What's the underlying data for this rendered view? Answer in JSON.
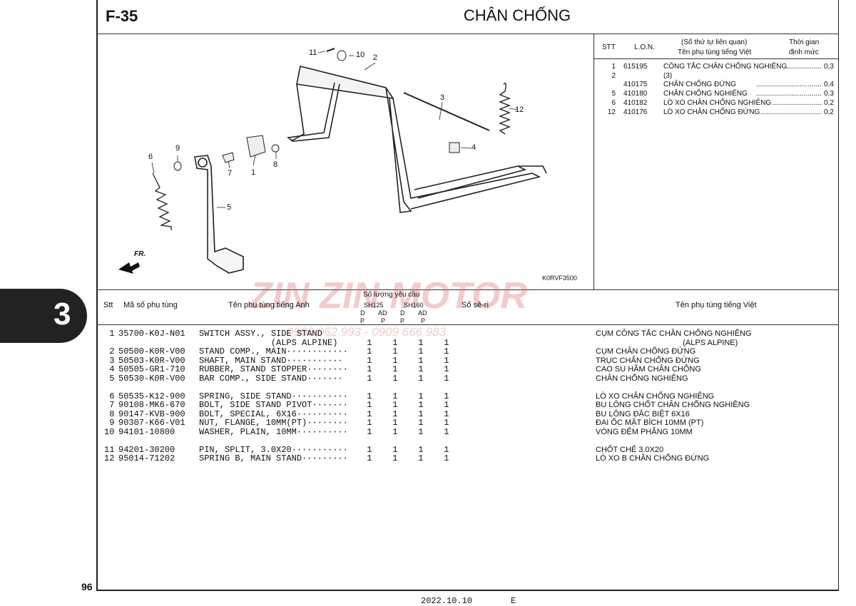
{
  "header": {
    "code": "F-35",
    "title": "CHÂN CHỐNG"
  },
  "side_tab": "3",
  "page_number": "96",
  "footer": {
    "date": "2022.10.10",
    "edition": "E"
  },
  "diagram": {
    "code": "K0RVF3500",
    "front_label": "FR.",
    "callouts": [
      "11",
      "10",
      "2",
      "3",
      "12",
      "4",
      "6",
      "9",
      "7",
      "1",
      "8",
      "5"
    ]
  },
  "ref_table": {
    "headers": {
      "stt": "STT",
      "lon": "L.O.N.",
      "related_line1": "(Số thứ tự liên quan)",
      "related_line2": "Tên phụ tùng tiếng Việt",
      "time_line1": "Thời gian",
      "time_line2": "định mức"
    },
    "rows": [
      {
        "stt": "1",
        "lon": "615195",
        "name": "CÔNG TẮC CHÂN CHỐNG NGHIÊNG",
        "dots": "...................",
        "time": "0,3"
      },
      {
        "stt": "2",
        "lon": "",
        "name": "(3)",
        "dots": "",
        "time": ""
      },
      {
        "stt": "",
        "lon": "410175",
        "name": "CHÂN CHỐNG ĐỨNG",
        "dots": "..............................................",
        "time": "0,4"
      },
      {
        "stt": "5",
        "lon": "410180",
        "name": "CHÂN CHỐNG NGHIÊNG",
        "dots": "......................................",
        "time": "0,3"
      },
      {
        "stt": "6",
        "lon": "410182",
        "name": "LÒ XO CHÂN CHỐNG NGHIÊNG",
        "dots": ".........................",
        "time": "0,2"
      },
      {
        "stt": "12",
        "lon": "410176",
        "name": "LÒ XO CHÂN CHỐNG ĐỨNG",
        "dots": "...............................",
        "time": "0,2"
      }
    ]
  },
  "parts_table": {
    "headers": {
      "stt": "Stt",
      "part_no": "Mã số phụ tùng",
      "name_en": "Tên phụ tùng tiếng Anh",
      "qty": "Số lượng yêu cầu",
      "sh125": "SH125",
      "sh160": "SH160",
      "dp1": "D",
      "dp2": "P",
      "ad1": "AD",
      "ad2": "P",
      "serial": "Số sê-ri",
      "name_vi": "Tên phụ tùng tiếng Việt"
    },
    "rows": [
      {
        "n": " 1",
        "part": "35700-K0J-N01",
        "en": "SWITCH ASSY., SIDE STAND",
        "q": "",
        "vi": "CỤM CÔNG TẮC CHÂN CHỐNG NGHIÊNG"
      },
      {
        "n": "",
        "part": "",
        "en": "              (ALPS ALPINE)",
        "q": " 1    1    1    1",
        "vi": "                                        (ALPS ALPINE)"
      },
      {
        "n": " 2",
        "part": "50500-K0R-V00",
        "en": "STAND COMP., MAIN············",
        "q": " 1    1    1    1",
        "vi": "CỤM CHÂN CHỐNG ĐỨNG"
      },
      {
        "n": " 3",
        "part": "50503-K0R-V00",
        "en": "SHAFT, MAIN STAND···········",
        "q": " 1    1    1    1",
        "vi": "TRỤC CHÂN CHỐNG ĐỨNG"
      },
      {
        "n": " 4",
        "part": "50505-GR1-710",
        "en": "RUBBER, STAND STOPPER········",
        "q": " 1    1    1    1",
        "vi": "CAO SU HÃM CHÂN CHỐNG"
      },
      {
        "n": " 5",
        "part": "50530-K0R-V00",
        "en": "BAR COMP., SIDE STAND·······",
        "q": " 1    1    1    1",
        "vi": "CHÂN CHỐNG NGHIÊNG"
      },
      {
        "n": "",
        "part": "",
        "en": "",
        "q": "",
        "vi": ""
      },
      {
        "n": " 6",
        "part": "50535-K12-900",
        "en": "SPRING, SIDE STAND···········",
        "q": " 1    1    1    1",
        "vi": "LÒ XO CHÂN CHỐNG NGHIÊNG"
      },
      {
        "n": " 7",
        "part": "90108-MK6-670",
        "en": "BOLT, SIDE STAND PIVOT·······",
        "q": " 1    1    1    1",
        "vi": "BU LÔNG CHỐT CHÂN CHỐNG NGHIÊNG"
      },
      {
        "n": " 8",
        "part": "90147-KVB-900",
        "en": "BOLT, SPECIAL, 6X16··········",
        "q": " 1    1    1    1",
        "vi": "BU LÔNG ĐẶC BIỆT 6X16"
      },
      {
        "n": " 9",
        "part": "90307-K66-V01",
        "en": "NUT, FLANGE, 10MM(PT)········",
        "q": " 1    1    1    1",
        "vi": "ĐAI ỐC MẶT BÍCH 10MM (PT)"
      },
      {
        "n": "10",
        "part": "94101-10800",
        "en": "WASHER, PLAIN, 10MM··········",
        "q": " 1    1    1    1",
        "vi": "VÒNG ĐỆM PHẲNG 10MM"
      },
      {
        "n": "",
        "part": "",
        "en": "",
        "q": "",
        "vi": ""
      },
      {
        "n": "11",
        "part": "94201-30200",
        "en": "PIN, SPLIT, 3.0X20···········",
        "q": " 1    1    1    1",
        "vi": "CHỐT CHẺ 3.0X20"
      },
      {
        "n": "12",
        "part": "95014-71202",
        "en": "SPRING B, MAIN STAND·········",
        "q": " 1    1    1    1",
        "vi": "LÒ XO B CHÂN CHỐNG ĐỨNG"
      }
    ]
  },
  "watermark": {
    "brand": "ZIN ZIN MOTOR",
    "phone": "0966 962 993 - 0909 666 983",
    "color": "#e26a6a"
  }
}
